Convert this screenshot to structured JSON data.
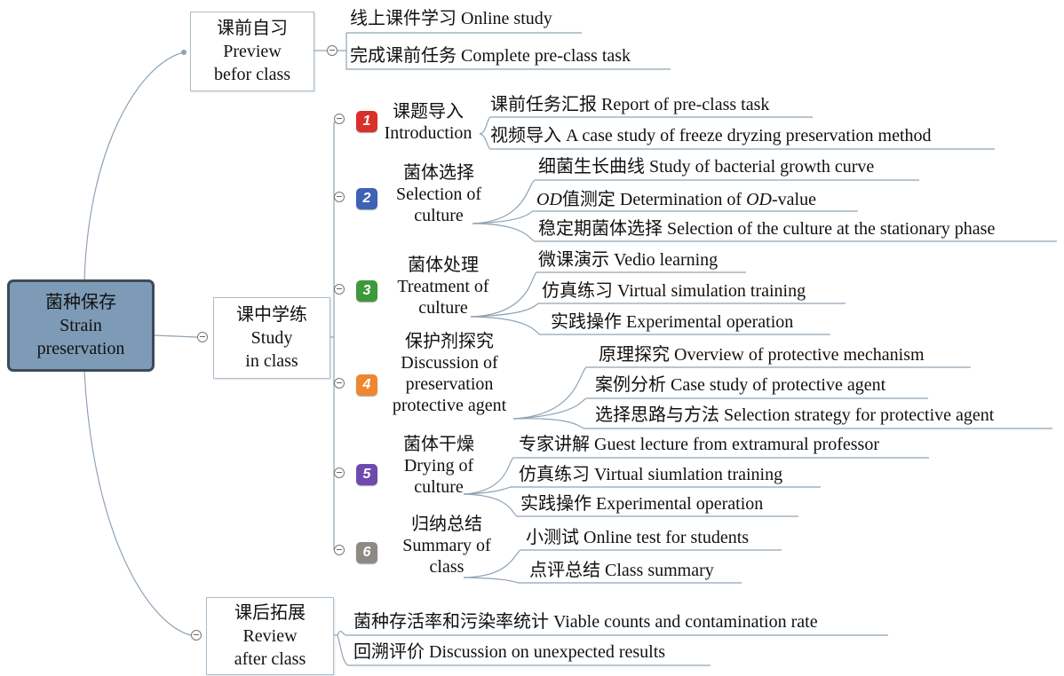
{
  "root": {
    "lines": [
      "菌种保存",
      "Strain",
      "preservation"
    ]
  },
  "branches": [
    {
      "lines": [
        "课前自习",
        "Preview",
        "befor class"
      ],
      "leaves": [
        "线上课件学习 Online study",
        "完成课前任务 Complete pre-class task"
      ]
    },
    {
      "lines": [
        "课中学练",
        "Study",
        "in class"
      ],
      "modules": [
        {
          "number": "1",
          "color": "#d9302b",
          "lines": [
            "课题导入",
            "Introduction"
          ],
          "leaves": [
            "课前任务汇报 Report of pre-class task",
            "视频导入 A case study of freeze dryzing preservation method"
          ]
        },
        {
          "number": "2",
          "color": "#3f62b5",
          "lines": [
            "菌体选择",
            "Selection of",
            "culture"
          ],
          "leaves": [
            "细菌生长曲线 Study of bacterial growth curve",
            "OD值测定 Determination of OD-value",
            "稳定期菌体选择 Selection of the culture at the stationary phase"
          ]
        },
        {
          "number": "3",
          "color": "#3d9a3a",
          "lines": [
            "菌体处理",
            "Treatment of",
            "culture"
          ],
          "leaves": [
            "微课演示 Vedio learning",
            "仿真练习 Virtual simulation training",
            "实践操作 Experimental operation"
          ]
        },
        {
          "number": "4",
          "color": "#ef8730",
          "lines": [
            "保护剂探究",
            "Discussion of",
            "preservation",
            "protective agent"
          ],
          "leaves": [
            "原理探究 Overview of protective mechanism",
            "案例分析 Case study of protective agent",
            "选择思路与方法 Selection strategy for protective agent"
          ]
        },
        {
          "number": "5",
          "color": "#6e4ab0",
          "lines": [
            "菌体干燥",
            "Drying of",
            "culture"
          ],
          "leaves": [
            "专家讲解 Guest lecture from extramural professor",
            "仿真练习 Virtual siumlation training",
            "实践操作 Experimental operation"
          ]
        },
        {
          "number": "6",
          "color": "#8d8a84",
          "lines": [
            "归纳总结",
            "Summary of",
            "class"
          ],
          "leaves": [
            "小测试 Online test for students",
            "点评总结 Class summary"
          ]
        }
      ]
    },
    {
      "lines": [
        "课后拓展",
        "Review",
        "after class"
      ],
      "leaves": [
        "菌种存活率和污染率统计 Viable counts and contamination rate",
        "回溯评价 Discussion on unexpected results"
      ]
    }
  ]
}
